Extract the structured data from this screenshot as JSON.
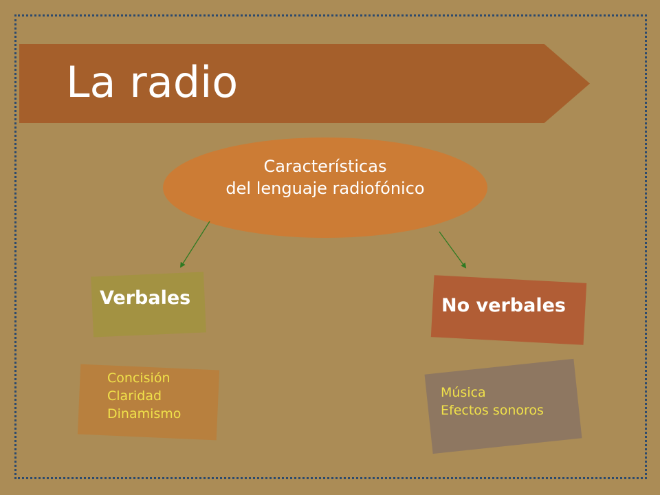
{
  "slide": {
    "title": "La radio",
    "center": {
      "line1": "Características",
      "line2": "del lenguaje radiofónico"
    },
    "left": {
      "heading": "Verbales",
      "items": [
        "Concisión",
        "Claridad",
        "Dinamismo"
      ]
    },
    "right": {
      "heading": "No verbales",
      "items": [
        "Música",
        "Efectos sonoros"
      ]
    }
  },
  "colors": {
    "background": "#ab8c56",
    "title_banner": "#a55f2b",
    "ellipse": "#cc7c35",
    "verbales_box": "#a39242",
    "no_verbales_box": "#b15d35",
    "list_box_left": "#b8803e",
    "list_box_right": "#8e7761",
    "list_text": "#f0e14a",
    "arrow": "#2e7a22",
    "frame_dots": "#2c4a6e"
  }
}
